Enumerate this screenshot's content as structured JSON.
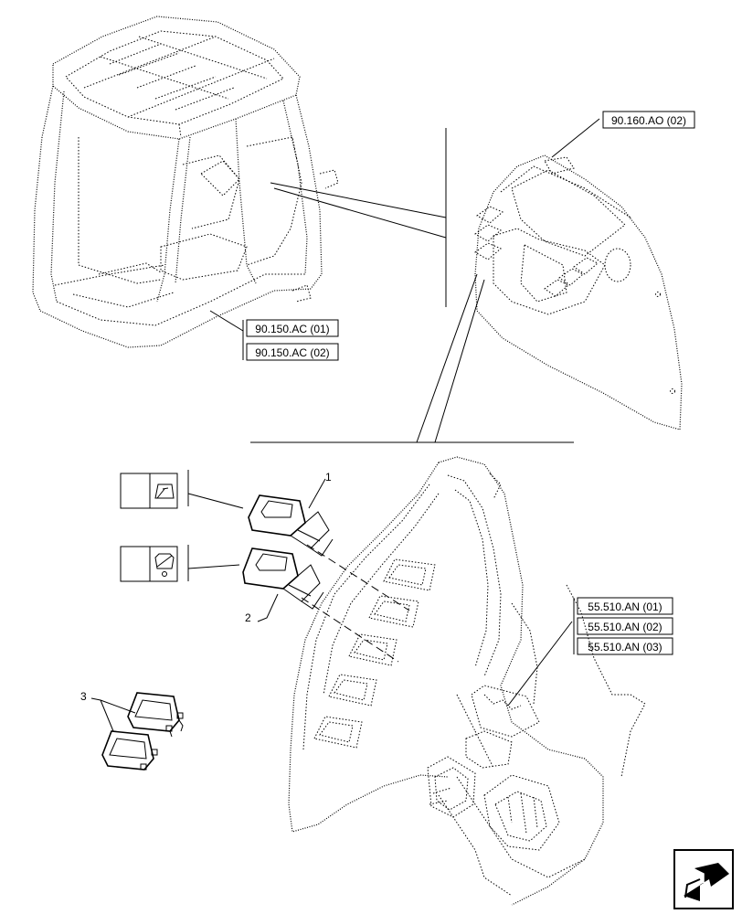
{
  "references": {
    "cab_ref_1": "90.150.AC (01)",
    "cab_ref_2": "90.150.AC (02)",
    "console_ref": "90.160.AO (02)",
    "wiring_ref_1": "55.510.AN (01)",
    "wiring_ref_2": "55.510.AN (02)",
    "wiring_ref_3": "55.510.AN (03)"
  },
  "callouts": {
    "item_1": "1",
    "item_2": "2",
    "item_3": "3"
  },
  "icons": {
    "switch_1_symbol": "wiper-front-icon",
    "switch_2_symbol": "wiper-rear-icon",
    "nav": "next-page-arrow-icon"
  }
}
